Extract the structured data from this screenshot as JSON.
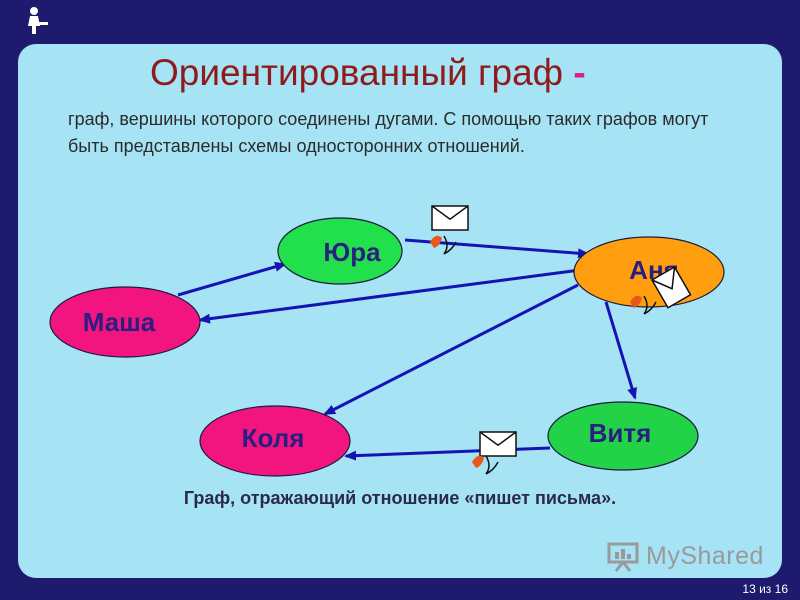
{
  "slide": {
    "title": "Ориентированный граф",
    "title_dash": "-",
    "description": "граф, вершины которого соединены дугами. С помощью таких графов могут быть представлены схемы односторонних отношений.",
    "caption": "Граф, отражающий отношение «пишет письма».",
    "page_number": "13 из 16"
  },
  "graph": {
    "nodes": [
      {
        "id": "yura",
        "label": "Юра",
        "color": "#22e04c"
      },
      {
        "id": "anya",
        "label": "Аня",
        "color": "#ff9f0f"
      },
      {
        "id": "masha",
        "label": "Маша",
        "color": "#f3157f"
      },
      {
        "id": "kolya",
        "label": "Коля",
        "color": "#f3157f"
      },
      {
        "id": "vitya",
        "label": "Витя",
        "color": "#22d348"
      }
    ],
    "edges": [
      {
        "from": "masha",
        "to": "yura"
      },
      {
        "from": "yura",
        "to": "anya"
      },
      {
        "from": "anya",
        "to": "masha"
      },
      {
        "from": "anya",
        "to": "kolya"
      },
      {
        "from": "anya",
        "to": "vitya"
      },
      {
        "from": "vitya",
        "to": "kolya"
      }
    ],
    "edge_color": "#1414b4"
  },
  "watermark": {
    "text": "MyShared"
  },
  "icons": [
    "presenter-logo-icon",
    "envelope-icon",
    "quill-pen-icon",
    "presentation-board-icon"
  ]
}
